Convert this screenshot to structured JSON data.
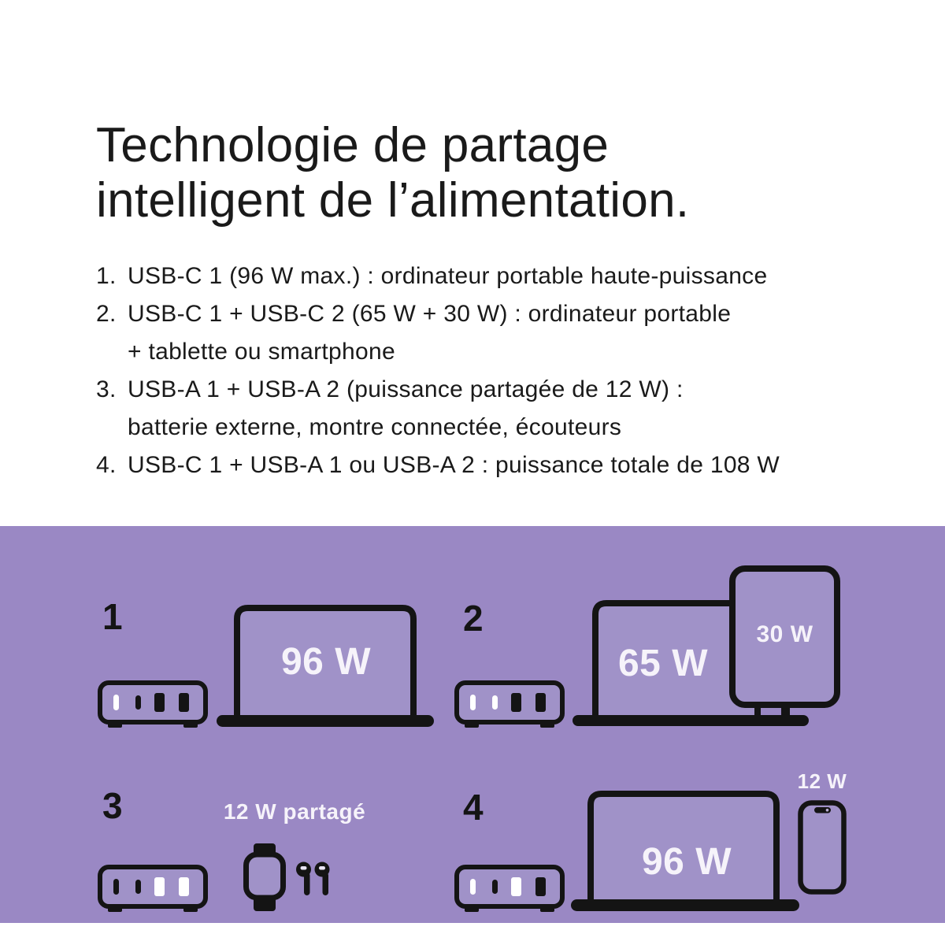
{
  "theme": {
    "purple_background": "#9a88c4",
    "icon_color": "#141414",
    "text_color": "#1a1a1a",
    "label_color": "#f6f3fa",
    "device_fill": "#a092c8",
    "port_active": "#ffffff",
    "port_inactive": "#141414"
  },
  "header": {
    "title_line1": "Technologie de partage",
    "title_line2": "intelligent de l’alimentation."
  },
  "list": {
    "items": [
      {
        "number": "1.",
        "line1": "USB-C 1 (96 W max.) : ordinateur portable haute-puissance"
      },
      {
        "number": "2.",
        "line1": "USB-C 1 + USB-C 2 (65 W + 30 W) : ordinateur portable",
        "line2": "+ tablette ou smartphone"
      },
      {
        "number": "3.",
        "line1": "USB-A 1 + USB-A 2 (puissance partagée de 12 W) :",
        "line2": "batterie externe, montre connectée, écouteurs"
      },
      {
        "number": "4.",
        "line1": "USB-C 1 + USB-A 1 ou USB-A 2 : puissance totale de 108 W"
      }
    ]
  },
  "diagram": {
    "scenarios": [
      {
        "number": "1",
        "ports": [
          "active",
          "inactive",
          "inactive",
          "inactive"
        ],
        "laptop_label": "96 W"
      },
      {
        "number": "2",
        "ports": [
          "active",
          "active",
          "inactive",
          "inactive"
        ],
        "laptop_label": "65 W",
        "tablet_label": "30 W"
      },
      {
        "number": "3",
        "ports": [
          "inactive",
          "inactive",
          "active",
          "active"
        ],
        "shared_label": "12 W partagé"
      },
      {
        "number": "4",
        "ports": [
          "active",
          "inactive",
          "active",
          "inactive"
        ],
        "laptop_label": "96 W",
        "phone_label": "12 W"
      }
    ]
  }
}
